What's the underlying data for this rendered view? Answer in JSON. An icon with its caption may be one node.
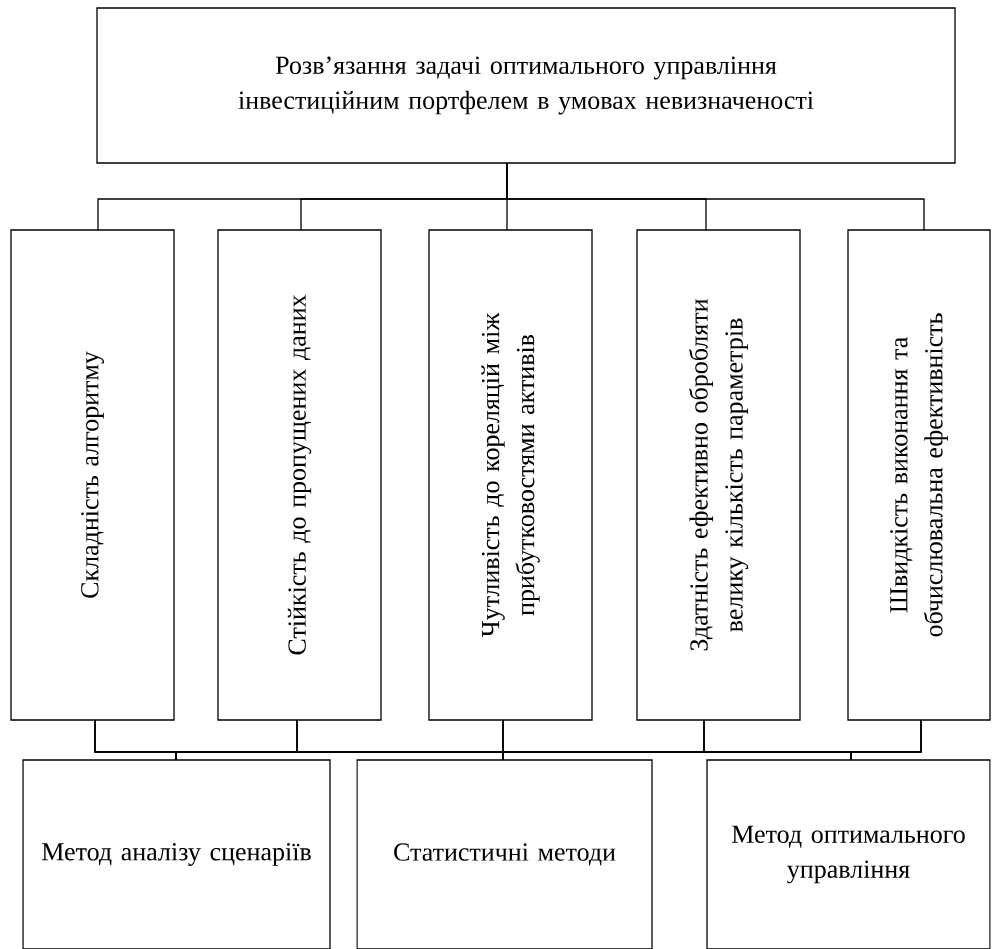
{
  "diagram": {
    "nodes": [
      {
        "text": [
          "Розв’язання задачі оптимального управління інвестиційним портфелем в умовах невизначеності"
        ]
      },
      {
        "text": [
          "Складність алгоритму"
        ]
      },
      {
        "text": [
          "Стійкість до пропущених даних"
        ]
      },
      {
        "text": [
          "Чутливість до кореляцій між прибутковостями активів"
        ]
      },
      {
        "text": [
          "Здатність ефективно обробляти велику кількість параметрів"
        ]
      },
      {
        "text": [
          "Швидкість виконання та обчислювальна ефективність"
        ]
      },
      {
        "text": [
          "Метод аналізу сценаріїв"
        ]
      },
      {
        "text": [
          "Статистичні методи"
        ]
      },
      {
        "text": [
          "Метод оптимального управління"
        ]
      }
    ],
    "edges": [
      {
        "from": 0,
        "to": 1,
        "arrow": "none"
      },
      {
        "from": 0,
        "to": 2,
        "arrow": "none"
      },
      {
        "from": 0,
        "to": 3,
        "arrow": "none"
      },
      {
        "from": 0,
        "to": 4,
        "arrow": "none"
      },
      {
        "from": 0,
        "to": 5,
        "arrow": "none"
      },
      {
        "from": 1,
        "to": 6,
        "arrow": "none"
      },
      {
        "from": 1,
        "to": 7,
        "arrow": "none"
      },
      {
        "from": 1,
        "to": 8,
        "arrow": "none"
      },
      {
        "from": 2,
        "to": 6,
        "arrow": "none"
      },
      {
        "from": 2,
        "to": 7,
        "arrow": "none"
      },
      {
        "from": 2,
        "to": 8,
        "arrow": "none"
      },
      {
        "from": 3,
        "to": 6,
        "arrow": "none"
      },
      {
        "from": 3,
        "to": 7,
        "arrow": "none"
      },
      {
        "from": 3,
        "to": 8,
        "arrow": "none"
      },
      {
        "from": 4,
        "to": 6,
        "arrow": "none"
      },
      {
        "from": 4,
        "to": 7,
        "arrow": "none"
      },
      {
        "from": 4,
        "to": 8,
        "arrow": "none"
      },
      {
        "from": 5,
        "to": 6,
        "arrow": "none"
      },
      {
        "from": 5,
        "to": 7,
        "arrow": "none"
      },
      {
        "from": 5,
        "to": 8,
        "arrow": "none"
      }
    ]
  }
}
